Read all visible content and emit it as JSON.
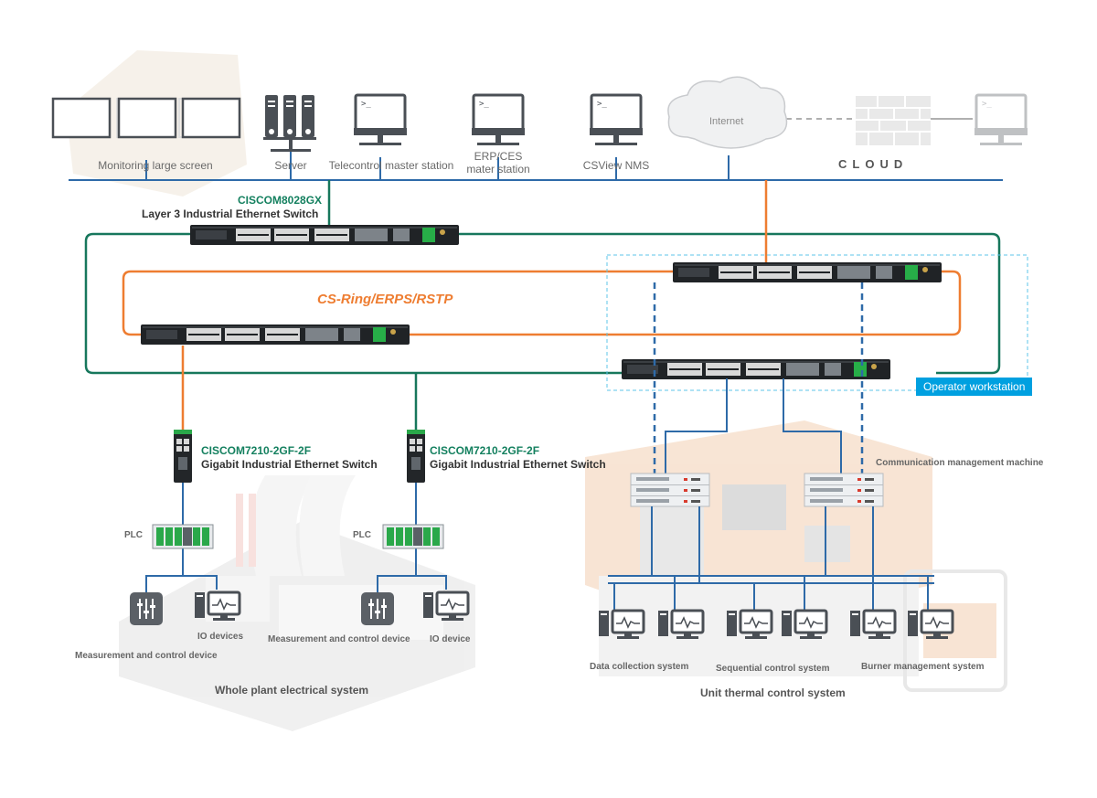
{
  "top_devices": {
    "monitoring": "Monitoring large screen",
    "server": "Server",
    "telecontrol": "Telecontrol master station",
    "erp_line1": "ERP/CES",
    "erp_line2": "mater station",
    "csview": "CSView NMS",
    "internet": "Internet",
    "cloud": "CLOUD"
  },
  "core_switch": {
    "model": "CISCOM8028GX",
    "description": "Layer 3 Industrial Ethernet Switch"
  },
  "ring": {
    "protocols": "CS-Ring/ERPS/RSTP"
  },
  "operator": {
    "label": "Operator workstation"
  },
  "access_switch_left": {
    "model": "CISCOM7210-2GF-2F",
    "description": "Gigabit Industrial Ethernet Switch"
  },
  "access_switch_mid": {
    "model": "CISCOM7210-2GF-2F",
    "description": "Gigabit Industrial Ethernet Switch"
  },
  "plant": {
    "plc_left": "PLC",
    "plc_mid": "PLC",
    "io_devices": "IO devices",
    "measure_left": "Measurement and control device",
    "measure_mid": "Measurement and control device",
    "io_device": "IO device",
    "system": "Whole plant electrical system"
  },
  "thermal": {
    "comm_machine": "Communication management machine",
    "data_collection": "Data collection system",
    "sequential": "Sequential control system",
    "burner": "Burner management system",
    "system": "Unit thermal control system"
  },
  "colors": {
    "blue_line": "#2e6aa8",
    "green_line": "#17775c",
    "orange_line": "#ee7d31",
    "accent": "#00a0e0"
  }
}
